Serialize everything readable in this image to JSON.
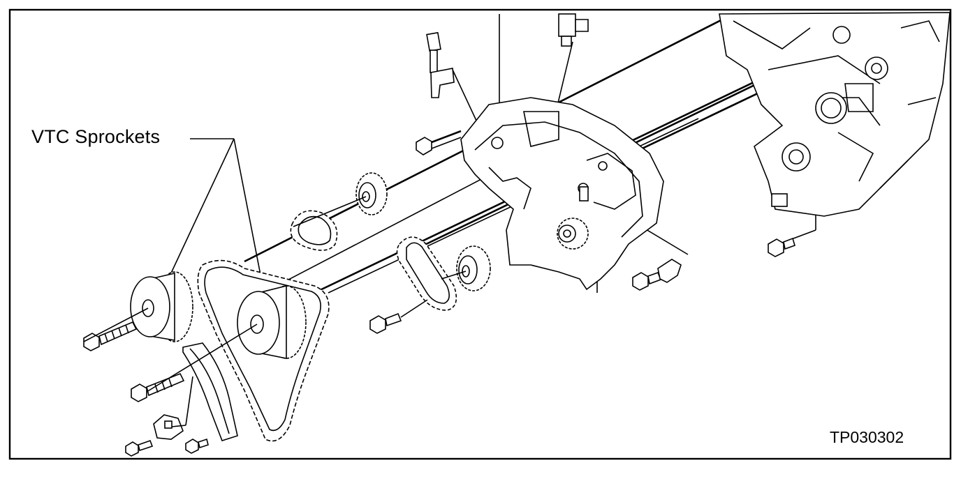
{
  "diagram": {
    "callout_label": "VTC Sprockets",
    "figure_code": "TP030302",
    "colors": {
      "line": "#000000",
      "background": "#ffffff"
    },
    "parts": [
      "vtc-sprocket-intake",
      "vtc-sprocket-exhaust",
      "timing-chain-primary",
      "timing-chain-secondary-left",
      "timing-chain-secondary-right",
      "idler-sprocket-upper",
      "idler-sprocket-lower",
      "chain-guide",
      "chain-tensioner",
      "timing-chain-case",
      "cylinder-block",
      "crank-sprocket",
      "bolts"
    ]
  }
}
